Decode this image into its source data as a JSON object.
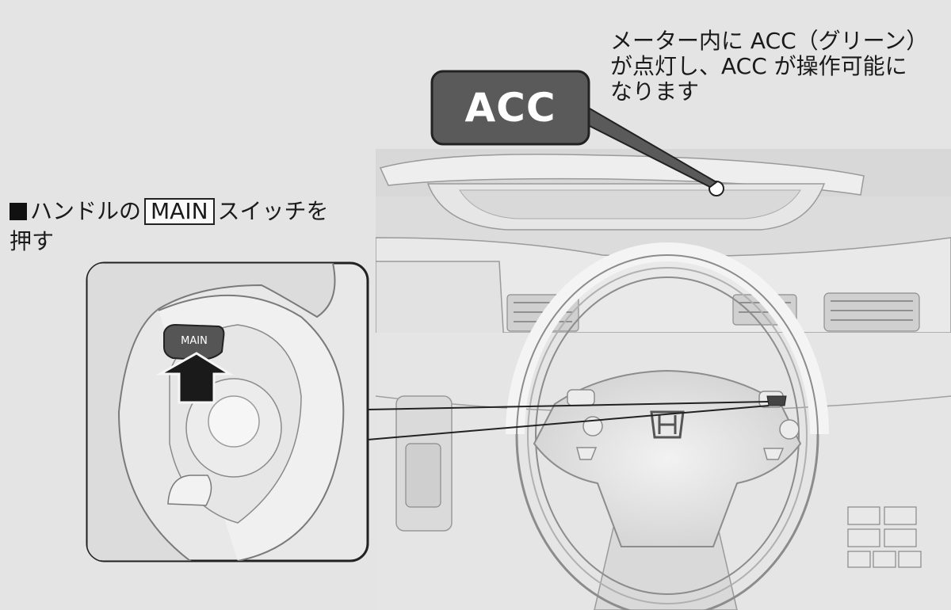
{
  "callout": {
    "lines": [
      "メーター内に ACC（グリーン）",
      "が点灯し、ACC が操作可能に",
      "なります"
    ]
  },
  "indicator": {
    "label": "ACC",
    "color": "#5a5a5a"
  },
  "instruction": {
    "prefix": "ハンドルの",
    "key": "MAIN",
    "suffix": "スイッチを",
    "line2": "押す"
  },
  "inset": {
    "button_label": "MAIN"
  },
  "colors": {
    "background": "#e4e4e4",
    "line": "#222222",
    "button": "#555555"
  }
}
